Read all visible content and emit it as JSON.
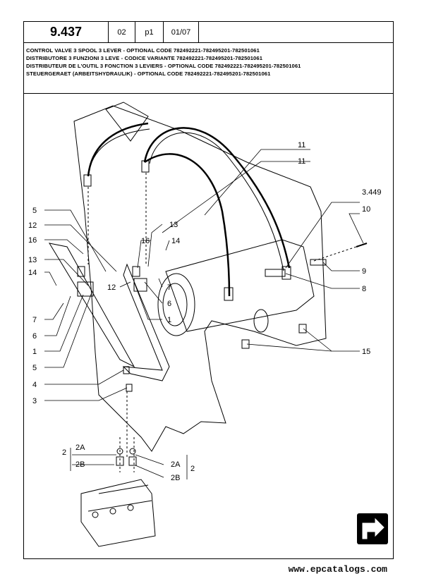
{
  "header": {
    "page_number": "9.437",
    "section": "02",
    "page": "p1",
    "date": "01/07"
  },
  "titles": [
    "CONTROL VALVE 3 SPOOL 3 LEVER - OPTIONAL CODE 782492221-782495201-782501061",
    "DISTRIBUTORE 3 FUNZIONI 3 LEVE - CODICE VARIANTE 782492221-782495201-782501061",
    "DISTRIBUTEUR DE L'OUTIL 3 FONCTION 3 LEVIERS - OPTIONAL CODE 782492221-782495201-782501061",
    "STEUERGERAET (ARBEITSHYDRAULIK) - OPTIONAL CODE 782492221-782495201-782501061"
  ],
  "callouts": {
    "c11a": "11",
    "c11b": "11",
    "c3449": "3.449",
    "c10": "10",
    "c9": "9",
    "c8": "8",
    "c15": "15",
    "c5a": "5",
    "c12a": "12",
    "c16a": "16",
    "c13a": "13",
    "c14a": "14",
    "c7a": "7",
    "c6a": "6",
    "c1a": "1",
    "c5b": "5",
    "c4": "4",
    "c3": "3",
    "c16b": "16",
    "c13b": "13",
    "c14b": "14",
    "c7b": "7",
    "c12b": "12",
    "c6b": "6",
    "c1b": "1",
    "c2a": "2",
    "c2Aa": "2A",
    "c2Ba": "2B",
    "c2Ab": "2A",
    "c2Bb": "2B",
    "c2b": "2"
  },
  "nav_icon": "next-page-arrow-icon",
  "footer": {
    "url": "www.epcatalogs.com"
  }
}
